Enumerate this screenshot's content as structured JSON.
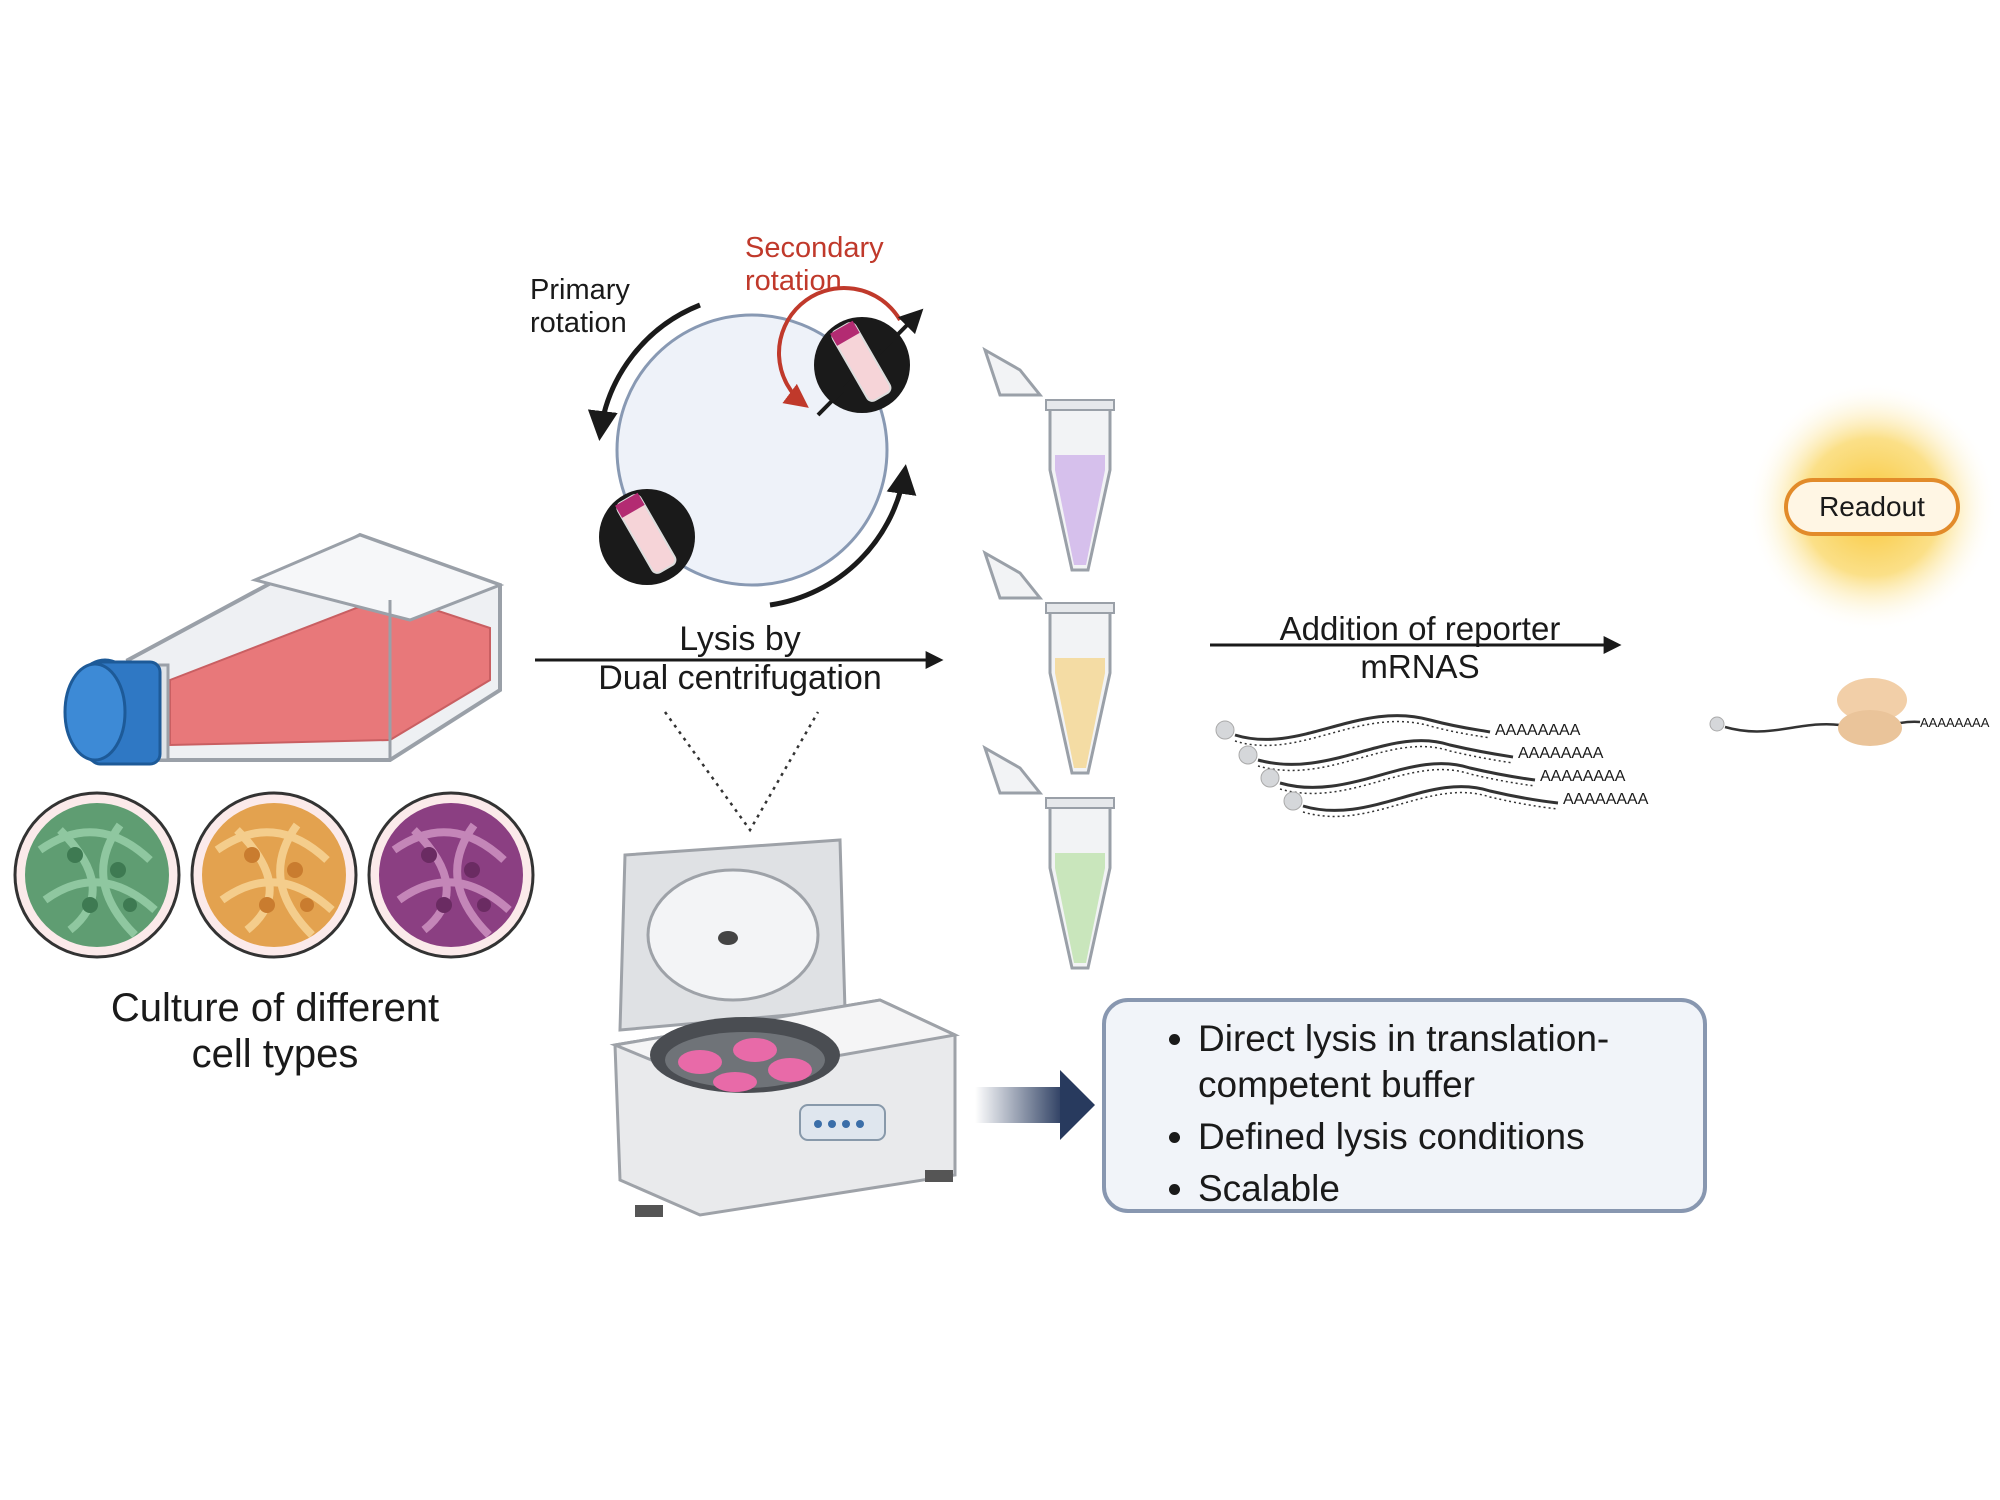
{
  "labels": {
    "primary_rotation_1": "Primary",
    "primary_rotation_2": "rotation",
    "secondary_rotation_1": "Secondary",
    "secondary_rotation_2": "rotation",
    "lysis_1": "Lysis by",
    "lysis_2": "Dual centrifugation",
    "culture_1": "Culture of different",
    "culture_2": "cell types",
    "addition_1": "Addition of reporter",
    "addition_2": "mRNAS",
    "readout": "Readout",
    "polya": "AAAAAAAA"
  },
  "bullets": [
    "Direct lysis in translation-",
    "competent buffer",
    "Defined lysis conditions",
    "Scalable"
  ],
  "colors": {
    "flask_medium": "#e8787a",
    "cap": "#2f78c4",
    "cells_green": "#5f9d72",
    "cells_orange": "#e3a24f",
    "cells_purple": "#8b3f82",
    "tube_purple": "#d6c0ec",
    "tube_yellow": "#f4dca4",
    "tube_green": "#c9e6bc",
    "secondary_red": "#c0392b",
    "arrow_navy": "#283a5e",
    "glow": "#f8c431"
  }
}
